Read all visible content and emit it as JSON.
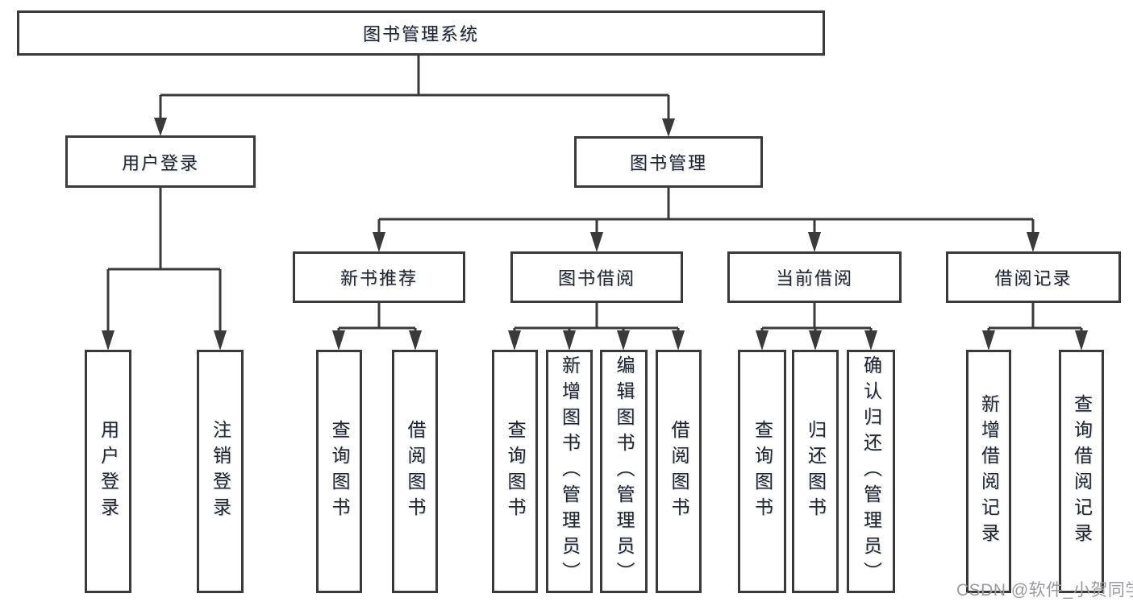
{
  "diagram": {
    "title": "图书管理系统",
    "root": {
      "label": "图书管理系统"
    },
    "level2": [
      {
        "label": "用户登录"
      },
      {
        "label": "图书管理"
      }
    ],
    "level3": [
      {
        "label": "新书推荐"
      },
      {
        "label": "图书借阅"
      },
      {
        "label": "当前借阅"
      },
      {
        "label": "借阅记录"
      }
    ],
    "leaves": {
      "user_login": [
        {
          "label": "用户登录"
        },
        {
          "label": "注销登录"
        }
      ],
      "new_book": [
        {
          "label": "查询图书"
        },
        {
          "label": "借阅图书"
        }
      ],
      "book_borrow": [
        {
          "label": "查询图书"
        },
        {
          "label": "新增图书（管理员）"
        },
        {
          "label": "编辑图书（管理员）"
        },
        {
          "label": "借阅图书"
        }
      ],
      "current_borrow": [
        {
          "label": "查询图书"
        },
        {
          "label": "归还图书"
        },
        {
          "label": "确认归还（管理员）"
        }
      ],
      "borrow_records": [
        {
          "label": "新增借阅记录"
        },
        {
          "label": "查询借阅记录"
        }
      ]
    },
    "watermark": "CSDN @软件_小贺同学",
    "colors": {
      "line": "#3a3a3a",
      "text": "#262626",
      "background": "#ffffff",
      "watermark": "#9b9ba0"
    }
  }
}
